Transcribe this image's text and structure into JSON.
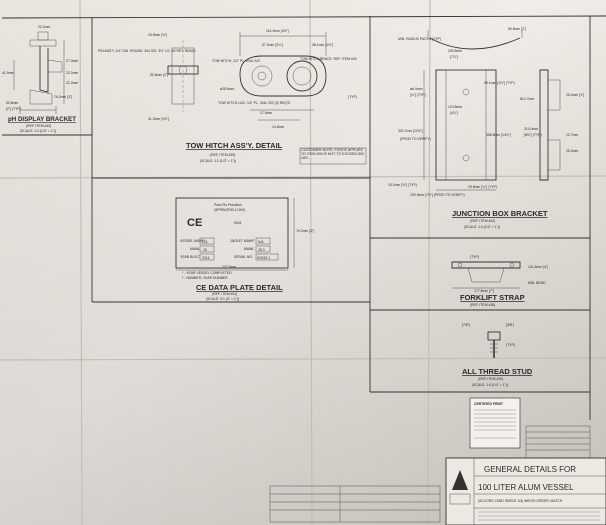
{
  "drawing": {
    "title_block": {
      "title": "GENERAL DETAILS FOR",
      "subtitle": "100 LITER ALUM VESSEL",
      "line3": "(ACCORD LEND SKEDS 1/3) WEIGH ORDER: MATCH",
      "stamp": "CERTIFIED PRINT"
    },
    "details": {
      "ph_bracket": {
        "title": "pH DISPLAY BRACKET",
        "ref": "(REF. ITEM #43)",
        "scale": "(SCALE: 1:4 (1/4\" = 1\"))",
        "dims": [
          "22.2mm",
          "27.0mm",
          "41.9mm",
          "22.2mm",
          "22.2mm",
          "76.2mm [3\"]",
          "50.8mm",
          "[2\"] (TYP)"
        ]
      },
      "tow_hitch": {
        "title": "TOW HITCH ASS'Y. DETAIL",
        "ref": "(REF. ITEM #39)",
        "scale": "(SCALE: 1:2 (1/2\" = 1\"))",
        "dims": [
          "114.3mm [4½\"]",
          "57.2mm [2¼\"]",
          "38.1mm [1½\"]",
          "15.9mm [⅝\"]",
          "50.8mm [2\"]",
          "41.3mm [1⅝\"]",
          "17.5mm",
          "14.6mm",
          "ø28.6mm"
        ],
        "notes": [
          "PIN ASS'Y, 1/4\" DIA. ROUND, 304 S/S, 3⅜\" LG. W/ RET. RINGS",
          "TOW HITCH, 1/2\" PL. 304L S/S",
          "TOW HITCH BRACE, REF. ITEM #40",
          "TOW HITCH LUG, 1/2\" PL. 304L S/S (2) REQ'D",
          "(TYP)"
        ],
        "customer_note": "CUSTOMER NOTE: FORCE APPLIED TO ITEM #39 IS NOT TO EXCEED 500 LBS."
      },
      "ce_plate": {
        "title": "CE DATA PLATE DETAIL",
        "ref": "(REF. ITEM #41)",
        "scale": "(SCALE: 3:1 (3\" = 1\"))",
        "header": "Pure-Flo Precision",
        "subheader": "(SPRINGFIELD MO)",
        "mark": "CE",
        "code": "0041",
        "fields": [
          "VESSEL MAWP",
          "MAWL",
          "YEAR BUILT",
          "JACKET MAWP",
          "MAWL",
          "SERIAL NO."
        ],
        "values": [
          "115",
          "-15",
          "2014",
          "N/A",
          "28.3",
          "D0033-1"
        ],
        "notes": [
          "* - YEAR VESSEL COMPLETED",
          "* - NUMBER, YEAR NUMBER"
        ],
        "dims": [
          "127.0mm",
          "76.2mm [3\"]"
        ]
      },
      "junction_box": {
        "title": "JUNCTION BOX BRACKET",
        "ref": "(REF. ITEM #42)",
        "scale": "(SCALE: 1:4 (1/4\" = 1\"))",
        "dims": [
          "50.8mm [2\"]",
          "MIN. RADIUS PACKS (TYP)",
          "200.8mm",
          "[7⅞\"]",
          "38.1mm [1½\"] (TYP)",
          "ø6.4mm",
          "[¼\"] (TYP)",
          "123.8mm",
          "[4⅞\"]",
          "320.7mm [12⅝\"]",
          "(PROD TO VERIFY)",
          "358.8mm [14⅛\"]",
          "214.0mm",
          "[8⅜\"] (TYP)",
          "25.4mm [1\"]",
          "15.1mm [⅝\"] (TYP)",
          "190.3mm [7½\"] (PROD TO VERIFY)",
          "19.8mm [¾\"] (TYP)",
          "12.7mm",
          "25.4mm",
          "812.7mm"
        ]
      },
      "forklift_strap": {
        "title": "FORKLIFT STRAP",
        "ref": "(REF. ITEM #38)",
        "scale": "",
        "dims": [
          "101.6mm [4\"]",
          "177.8mm [7\"]",
          "(TYP)",
          "MIN. BEND"
        ]
      },
      "thread_stud": {
        "title": "ALL THREAD STUD",
        "ref": "(REF. ITEM #10)",
        "scale": "(SCALE: 1:4 (1/4\" = 1\"))",
        "dims": [
          "[7/8\"]",
          "[3/8\"]",
          "(TYP)"
        ]
      }
    }
  }
}
